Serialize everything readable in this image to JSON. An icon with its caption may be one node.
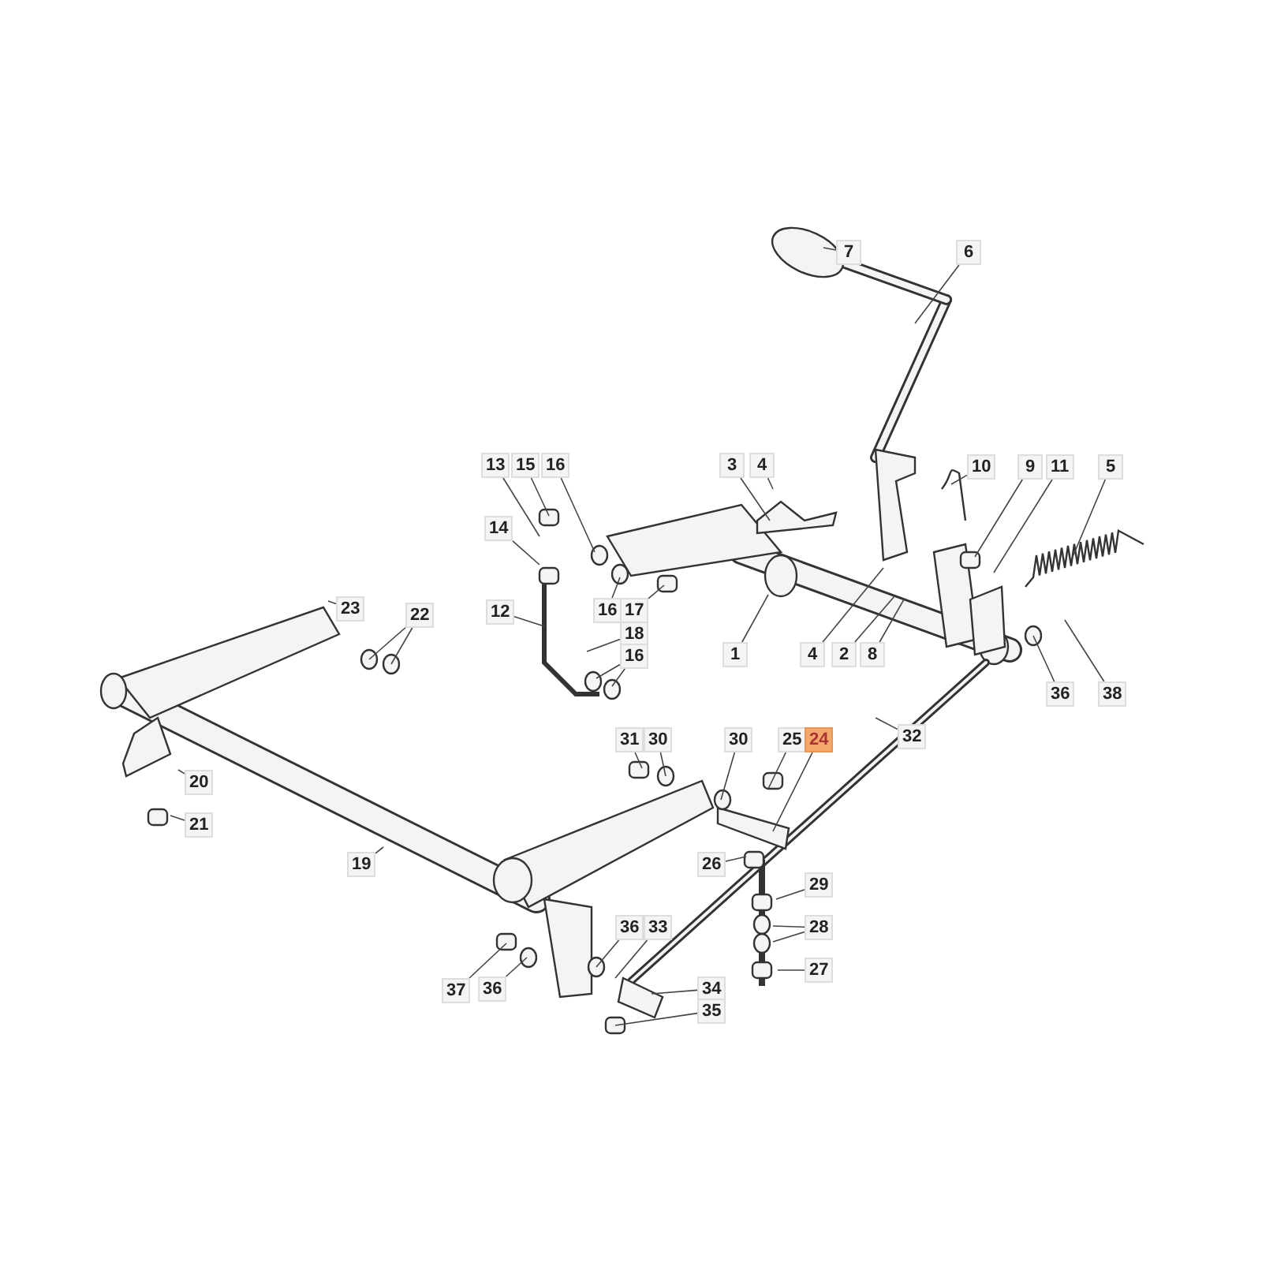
{
  "diagram": {
    "nodes": [
      {
        "text": [
          "7"
        ]
      },
      {
        "text": [
          "6"
        ]
      },
      {
        "text": [
          "13"
        ]
      },
      {
        "text": [
          "15"
        ]
      },
      {
        "text": [
          "16"
        ]
      },
      {
        "text": [
          "3"
        ]
      },
      {
        "text": [
          "4"
        ]
      },
      {
        "text": [
          "10"
        ]
      },
      {
        "text": [
          "9"
        ]
      },
      {
        "text": [
          "11"
        ]
      },
      {
        "text": [
          "5"
        ]
      },
      {
        "text": [
          "14"
        ]
      },
      {
        "text": [
          "23"
        ]
      },
      {
        "text": [
          "22"
        ]
      },
      {
        "text": [
          "16"
        ]
      },
      {
        "text": [
          "17"
        ]
      },
      {
        "text": [
          "12"
        ]
      },
      {
        "text": [
          "18"
        ]
      },
      {
        "text": [
          "16"
        ]
      },
      {
        "text": [
          "1"
        ]
      },
      {
        "text": [
          "4"
        ]
      },
      {
        "text": [
          "2"
        ]
      },
      {
        "text": [
          "8"
        ]
      },
      {
        "text": [
          "36"
        ]
      },
      {
        "text": [
          "38"
        ]
      },
      {
        "text": [
          "32"
        ]
      },
      {
        "text": [
          "31"
        ]
      },
      {
        "text": [
          "30"
        ]
      },
      {
        "text": [
          "30"
        ]
      },
      {
        "text": [
          "25"
        ]
      },
      {
        "text": [
          "24"
        ]
      },
      {
        "text": [
          "20"
        ]
      },
      {
        "text": [
          "21"
        ]
      },
      {
        "text": [
          "26"
        ]
      },
      {
        "text": [
          "19"
        ]
      },
      {
        "text": [
          "29"
        ]
      },
      {
        "text": [
          "28"
        ]
      },
      {
        "text": [
          "36"
        ]
      },
      {
        "text": [
          "33"
        ]
      },
      {
        "text": [
          "27"
        ]
      },
      {
        "text": [
          "37"
        ]
      },
      {
        "text": [
          "36"
        ]
      },
      {
        "text": [
          "34"
        ]
      },
      {
        "text": [
          "35"
        ]
      }
    ],
    "edges": [
      {
        "from": 0,
        "to": null,
        "arrow": "none"
      },
      {
        "from": 1,
        "to": null,
        "arrow": "none"
      },
      {
        "from": 2,
        "to": null,
        "arrow": "none"
      },
      {
        "from": 3,
        "to": null,
        "arrow": "none"
      },
      {
        "from": 4,
        "to": null,
        "arrow": "none"
      },
      {
        "from": 5,
        "to": null,
        "arrow": "none"
      },
      {
        "from": 6,
        "to": null,
        "arrow": "none"
      },
      {
        "from": 7,
        "to": null,
        "arrow": "none"
      },
      {
        "from": 8,
        "to": null,
        "arrow": "none"
      },
      {
        "from": 9,
        "to": null,
        "arrow": "none"
      },
      {
        "from": 10,
        "to": null,
        "arrow": "none"
      },
      {
        "from": 11,
        "to": null,
        "arrow": "none"
      },
      {
        "from": 12,
        "to": null,
        "arrow": "none"
      },
      {
        "from": 13,
        "to": null,
        "arrow": "none"
      },
      {
        "from": 13,
        "to": null,
        "arrow": "none"
      },
      {
        "from": 14,
        "to": null,
        "arrow": "none"
      },
      {
        "from": 15,
        "to": null,
        "arrow": "none"
      },
      {
        "from": 16,
        "to": null,
        "arrow": "none"
      },
      {
        "from": 17,
        "to": null,
        "arrow": "none"
      },
      {
        "from": 18,
        "to": null,
        "arrow": "none"
      },
      {
        "from": 18,
        "to": null,
        "arrow": "none"
      },
      {
        "from": 19,
        "to": null,
        "arrow": "none"
      },
      {
        "from": 20,
        "to": null,
        "arrow": "none"
      },
      {
        "from": 21,
        "to": null,
        "arrow": "none"
      },
      {
        "from": 22,
        "to": null,
        "arrow": "none"
      },
      {
        "from": 23,
        "to": null,
        "arrow": "none"
      },
      {
        "from": 24,
        "to": null,
        "arrow": "none"
      },
      {
        "from": 25,
        "to": null,
        "arrow": "none"
      },
      {
        "from": 26,
        "to": null,
        "arrow": "none"
      },
      {
        "from": 27,
        "to": null,
        "arrow": "none"
      },
      {
        "from": 28,
        "to": null,
        "arrow": "none"
      },
      {
        "from": 29,
        "to": null,
        "arrow": "none"
      },
      {
        "from": 30,
        "to": null,
        "arrow": "none"
      },
      {
        "from": 31,
        "to": null,
        "arrow": "none"
      },
      {
        "from": 32,
        "to": null,
        "arrow": "none"
      },
      {
        "from": 33,
        "to": null,
        "arrow": "none"
      },
      {
        "from": 34,
        "to": null,
        "arrow": "none"
      },
      {
        "from": 35,
        "to": null,
        "arrow": "none"
      },
      {
        "from": 36,
        "to": null,
        "arrow": "none"
      },
      {
        "from": 36,
        "to": null,
        "arrow": "none"
      },
      {
        "from": 37,
        "to": null,
        "arrow": "none"
      },
      {
        "from": 38,
        "to": null,
        "arrow": "none"
      },
      {
        "from": 39,
        "to": null,
        "arrow": "none"
      },
      {
        "from": 40,
        "to": null,
        "arrow": "none"
      },
      {
        "from": 41,
        "to": null,
        "arrow": "none"
      },
      {
        "from": 42,
        "to": null,
        "arrow": "none"
      },
      {
        "from": 43,
        "to": null,
        "arrow": "none"
      }
    ]
  }
}
